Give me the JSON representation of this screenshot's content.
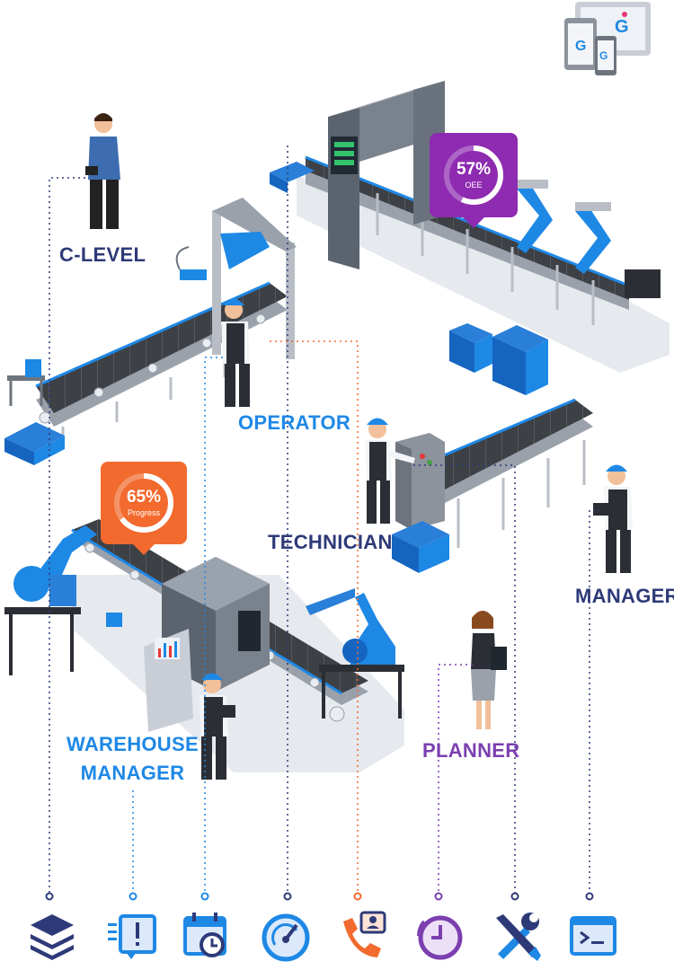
{
  "roles": {
    "c_level": "C-LEVEL",
    "operator": "OPERATOR",
    "technician": "TECHNICIAN",
    "manager": "MANAGER",
    "warehouse_line1": "WAREHOUSE",
    "warehouse_line2": "MANAGER",
    "planner": "PLANNER"
  },
  "metrics": {
    "oee": {
      "value": "57%",
      "label": "OEE",
      "fraction": 0.57,
      "color": "#8e2bb0"
    },
    "progress": {
      "value": "65%",
      "label": "Progress",
      "fraction": 0.65,
      "color": "#f26a2e"
    }
  },
  "colors": {
    "navy": "#2e3a78",
    "blue": "#1e88e5",
    "purple": "#7b3fb0",
    "orange": "#f26a2e",
    "conveyor": "#3d4045",
    "metal": "#b9bec6"
  },
  "bottom_icons": [
    "layers-icon",
    "alert-list-icon",
    "calendar-clock-icon",
    "gauge-icon",
    "phone-contact-icon",
    "clock-icon",
    "tools-icon",
    "terminal-window-icon"
  ]
}
